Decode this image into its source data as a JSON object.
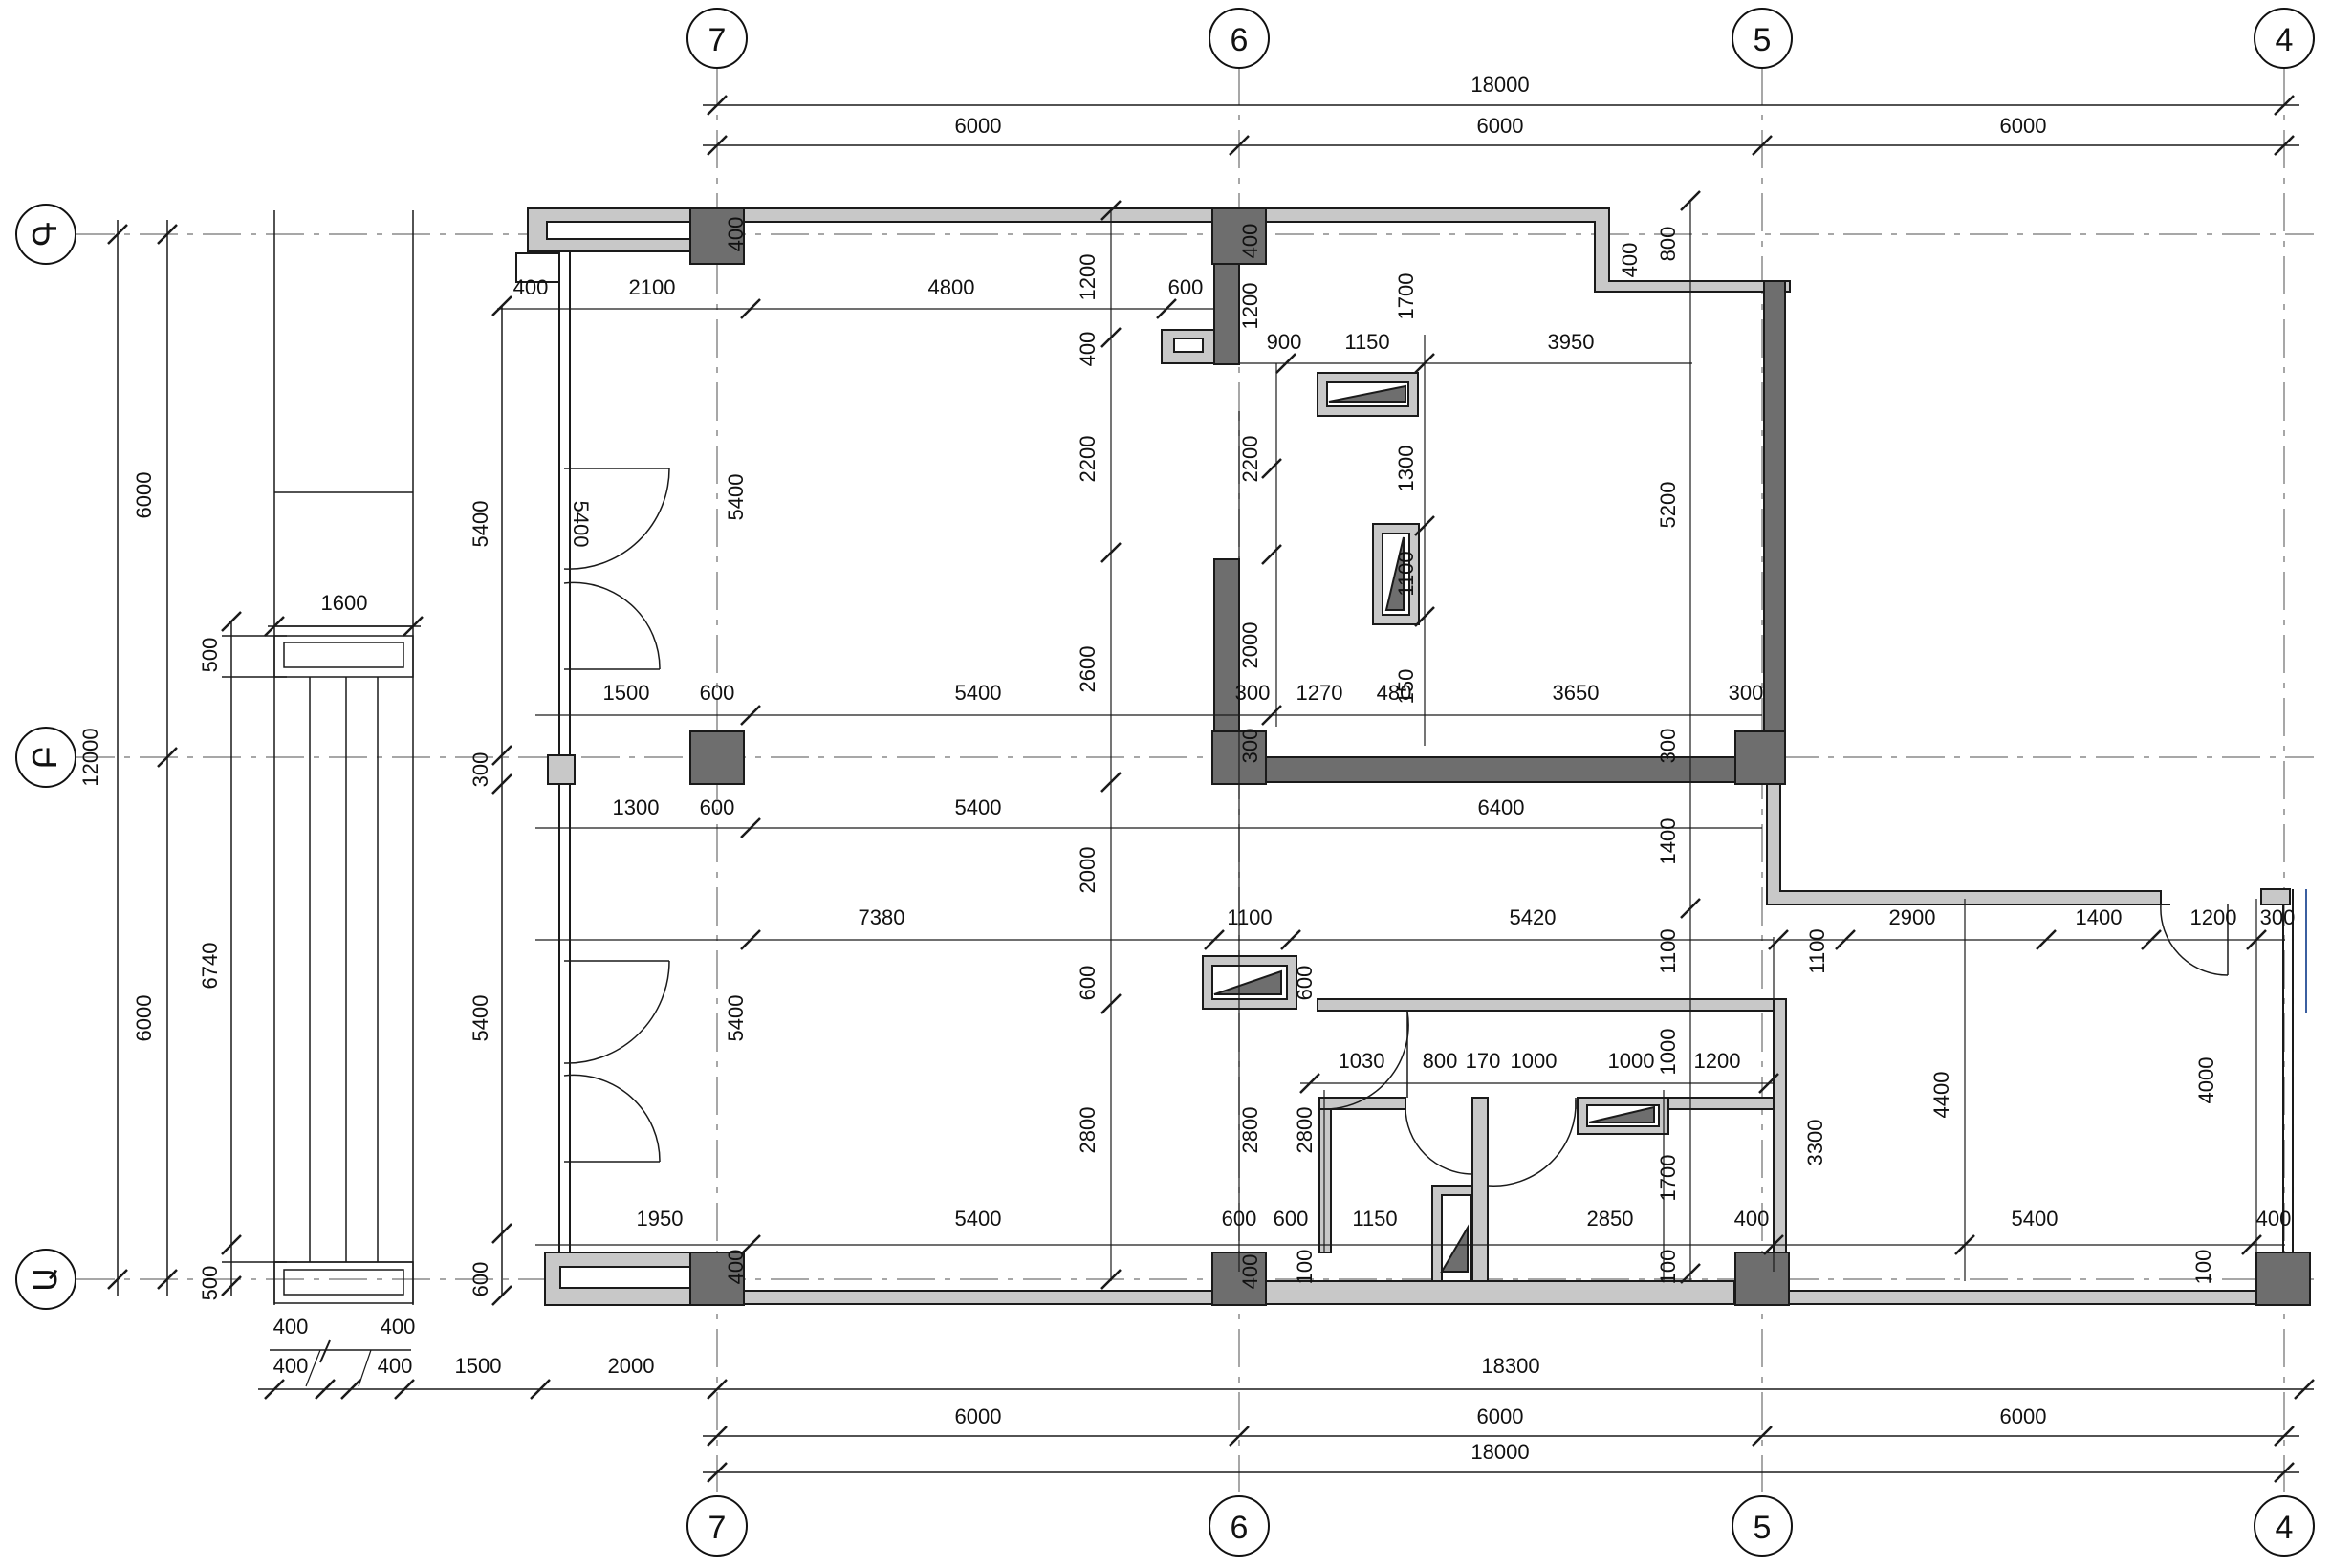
{
  "axes": {
    "columns": [
      "7",
      "6",
      "5",
      "4"
    ],
    "rows": [
      "Գ",
      "Բ",
      "Ա"
    ]
  },
  "top_dims": {
    "overall": "18000",
    "bays": [
      "6000",
      "6000",
      "6000"
    ]
  },
  "bottom_dims": {
    "overall_a": "18300",
    "bays": [
      "6000",
      "6000",
      "6000"
    ],
    "overall_b": "18000",
    "lead": [
      "400",
      "400",
      "1500",
      "2000"
    ],
    "lead_upper": [
      "400",
      "400"
    ]
  },
  "left_dims": {
    "total": "12000",
    "upper": "6000",
    "lower": "6000",
    "stair": "6740",
    "stair_top": "500",
    "stair_bottom": "500",
    "stair_width": "1600",
    "facade_upper": "5400",
    "facade_mid": "300",
    "facade_lower": "5400",
    "facade_bottom": "600"
  },
  "rooms": {
    "upper_left": {
      "d_2100": "2100",
      "d_4800": "4800",
      "d_400a": "400",
      "d_400b": "400",
      "d_5400v_a": "5400",
      "d_5400v_b": "5400",
      "d_1500": "1500",
      "d_600a": "600",
      "d_5400h": "5400"
    },
    "middle": {
      "d_1200": "1200",
      "d_400": "400",
      "d_2200": "2200",
      "d_2600": "2600",
      "d_600": "600"
    },
    "upper_right": {
      "d_600": "600",
      "d_400": "400",
      "d_1200": "1200",
      "d_1700": "1700",
      "d_900": "900",
      "d_1150": "1150",
      "d_3950": "3950",
      "d_2200": "2200",
      "d_1300": "1300",
      "d_5200": "5200",
      "d_1100": "1100",
      "d_2000": "2000",
      "d_300a": "300",
      "d_1270": "1270",
      "d_480": "480",
      "d_150": "150",
      "d_3650": "3650",
      "d_300b": "300",
      "d_400c": "400",
      "d_800": "800",
      "d_300c": "300",
      "d_300d": "300"
    },
    "corridor": {
      "d_1300": "1300",
      "d_600": "600",
      "d_5400": "5400",
      "d_6400": "6400",
      "d_1400": "1400",
      "d_2000": "2000",
      "d_7380": "7380",
      "d_1100": "1100",
      "d_5420": "5420"
    },
    "lower_left": {
      "d_5400v": "5400",
      "d_5400v2": "5400",
      "d_600": "600",
      "d_2800": "2800",
      "d_1950": "1950",
      "d_5400h": "5400",
      "d_400": "400",
      "d_600b": "600"
    },
    "lower_mid": {
      "d_600": "600",
      "d_400": "400",
      "d_2800a": "2800",
      "d_2800b": "2800",
      "d_1030": "1030",
      "d_800": "800",
      "d_170": "170",
      "d_1000a": "1000",
      "d_1000b": "1000",
      "d_1000c": "1000",
      "d_1200": "1200",
      "d_1700": "1700",
      "d_600b": "600",
      "d_600c": "600",
      "d_1150": "1150",
      "d_2850": "2850",
      "d_400b": "400",
      "d_100a": "100",
      "d_100b": "100",
      "d_400c": "400",
      "d_1100": "1100",
      "d_3300": "3300"
    },
    "lower_right": {
      "d_2900": "2900",
      "d_1400": "1400",
      "d_1200": "1200",
      "d_300": "300",
      "d_1100": "1100",
      "d_4400": "4400",
      "d_4000": "4000",
      "d_5400": "5400",
      "d_400": "400",
      "d_100a": "100",
      "d_100b": "100"
    }
  },
  "colors": {
    "wall_light": "#c8c8c8",
    "column": "#6e6e6e",
    "wall_dark": "#6e6e6e",
    "line": "#1a1a1a",
    "grid": "#888888"
  }
}
